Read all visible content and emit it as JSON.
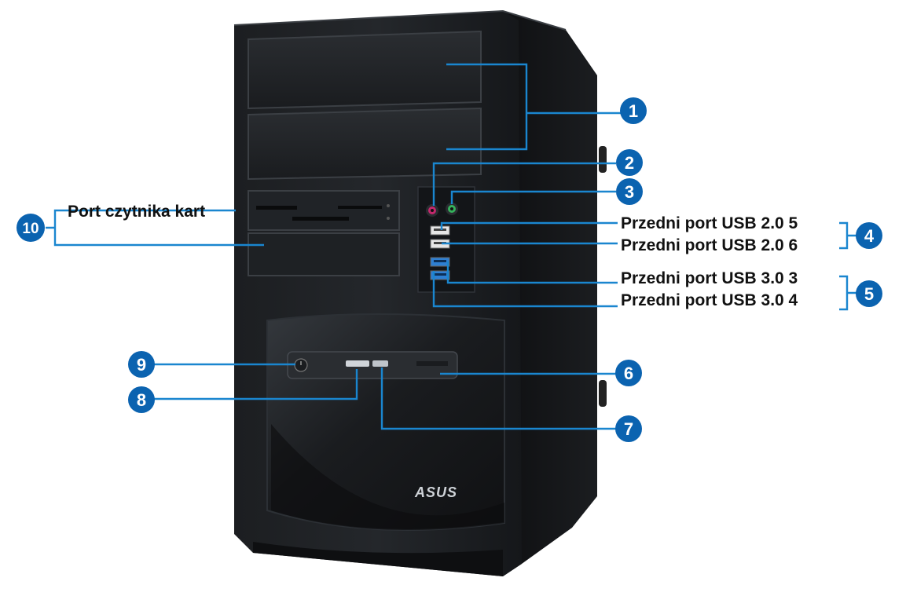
{
  "colors": {
    "callout": "#0b63b0",
    "leader": "#1a86cf",
    "case": "#17191c",
    "text": "#111111"
  },
  "callouts": [
    {
      "number": "1"
    },
    {
      "number": "2"
    },
    {
      "number": "3"
    },
    {
      "number": "4"
    },
    {
      "number": "5"
    },
    {
      "number": "6"
    },
    {
      "number": "7"
    },
    {
      "number": "8"
    },
    {
      "number": "9"
    },
    {
      "number": "10"
    }
  ],
  "labels": {
    "card_reader": "Port czytnika kart",
    "usb20_5": "Przedni port USB 2.0 5",
    "usb20_6": "Przedni port USB 2.0 6",
    "usb30_3": "Przedni port USB 3.0 3",
    "usb30_4": "Przedni port USB 3.0 4"
  },
  "brand": {
    "logo_text": "ASUS"
  },
  "icons": {
    "microphone": "microphone-jack-icon",
    "headphone": "headphone-jack-icon",
    "power": "power-button-icon"
  }
}
